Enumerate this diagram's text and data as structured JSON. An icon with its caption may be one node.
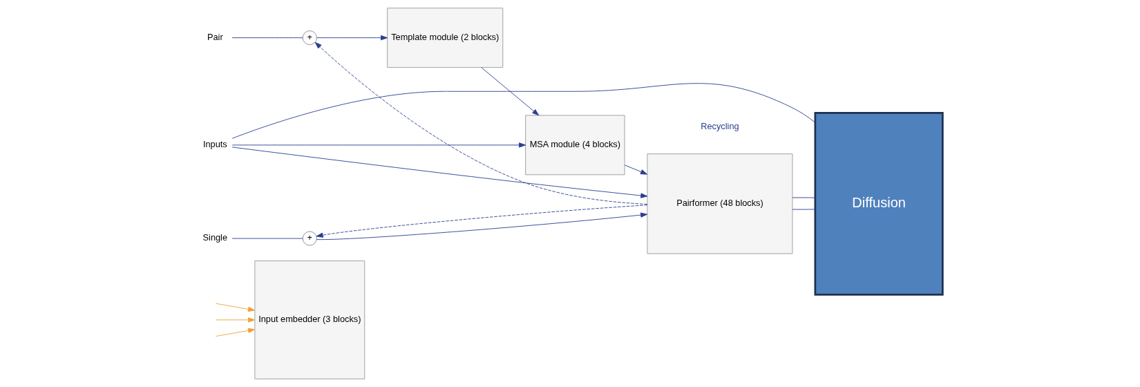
{
  "diagram": {
    "nodes": [
      {
        "text": [
          "Input embedder (3 blocks)"
        ]
      },
      {
        "text": [
          "Inputs"
        ]
      },
      {
        "text": [
          "Pair"
        ]
      },
      {
        "text": [
          "Single"
        ]
      },
      {
        "text": [
          "+"
        ]
      },
      {
        "text": [
          "Template module (2 blocks)"
        ]
      },
      {
        "text": [
          "MSA module (4 blocks)"
        ]
      },
      {
        "text": [
          "+"
        ]
      },
      {
        "text": [
          "Pairformer (48 blocks)"
        ]
      },
      {
        "text": [
          "Diffusion"
        ]
      }
    ],
    "edges": [
      {
        "from": null,
        "to": 0,
        "arrow": "to",
        "color": "#f0a030"
      },
      {
        "from": null,
        "to": 0,
        "arrow": "to",
        "color": "#f0a030"
      },
      {
        "from": null,
        "to": 0,
        "arrow": "to",
        "color": "#f0a030"
      },
      {
        "from": 1,
        "to": 6,
        "arrow": "to"
      },
      {
        "from": 1,
        "to": 8,
        "arrow": "to"
      },
      {
        "from": 1,
        "to": 9,
        "arrow": "none"
      },
      {
        "from": 2,
        "to": 4,
        "arrow": "none"
      },
      {
        "from": 4,
        "to": 5,
        "arrow": "to"
      },
      {
        "from": 5,
        "to": 6,
        "arrow": "to"
      },
      {
        "from": 6,
        "to": 8,
        "arrow": "to"
      },
      {
        "from": 3,
        "to": 7,
        "arrow": "none"
      },
      {
        "from": 7,
        "to": 8,
        "arrow": "to"
      },
      {
        "from": 8,
        "to": 9,
        "arrow": "none"
      },
      {
        "from": 8,
        "to": 9,
        "arrow": "none"
      },
      {
        "from": 8,
        "to": 4,
        "arrow": "to",
        "style": "dashed"
      },
      {
        "from": 8,
        "to": 7,
        "arrow": "to",
        "style": "dashed"
      }
    ],
    "labels": [
      "Recycling"
    ]
  }
}
